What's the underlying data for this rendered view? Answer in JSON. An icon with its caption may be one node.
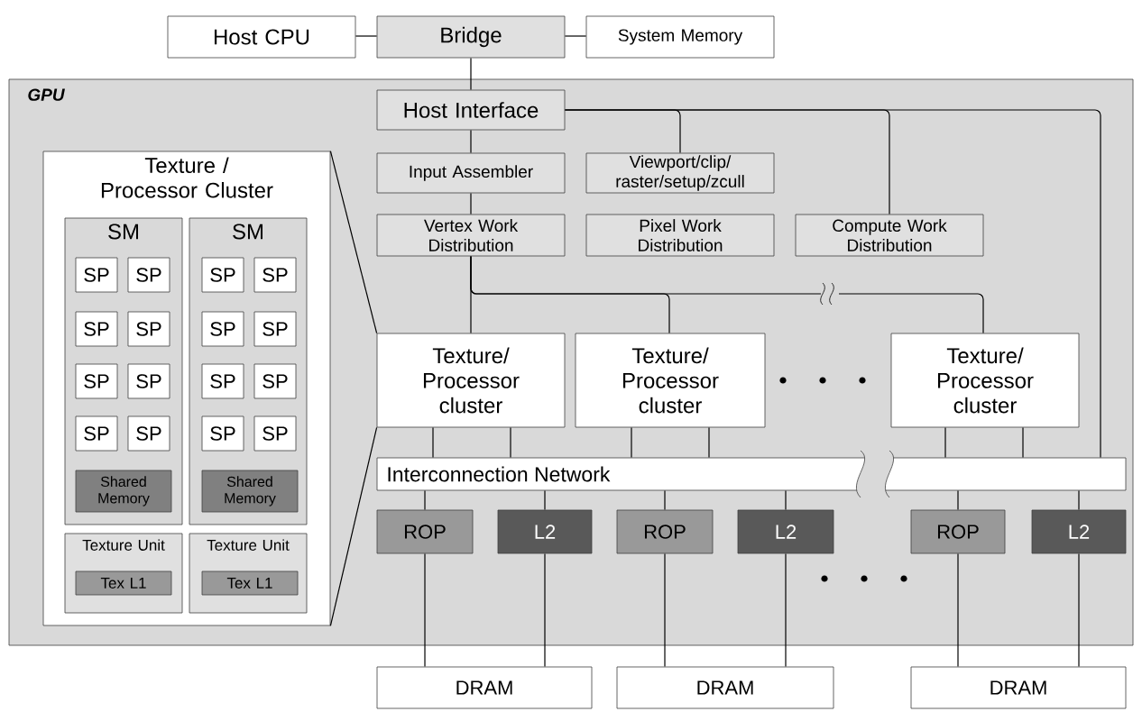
{
  "diagram": {
    "nodes": [
      {
        "text": [
          "Host CPU"
        ]
      },
      {
        "text": [
          "Bridge"
        ]
      },
      {
        "text": [
          "System Memory"
        ]
      },
      {
        "text": [
          "GPU"
        ]
      },
      {
        "text": [
          "Host Interface"
        ],
        "in": 3
      },
      {
        "text": [
          "Input Assembler"
        ],
        "in": 3
      },
      {
        "text": [
          "Viewport/clip/ raster/setup/zcull"
        ],
        "in": 3
      },
      {
        "text": [
          "Vertex Work Distribution"
        ],
        "in": 3
      },
      {
        "text": [
          "Pixel Work Distribution"
        ],
        "in": 3
      },
      {
        "text": [
          "Compute Work Distribution"
        ],
        "in": 3
      },
      {
        "text": [
          "Texture / Processor Cluster"
        ],
        "in": 3
      },
      {
        "text": [
          "SM"
        ],
        "in": 10
      },
      {
        "text": [
          "SP"
        ],
        "in": 11
      },
      {
        "text": [
          "SP"
        ],
        "in": 11
      },
      {
        "text": [
          "SP"
        ],
        "in": 11
      },
      {
        "text": [
          "SP"
        ],
        "in": 11
      },
      {
        "text": [
          "SP"
        ],
        "in": 11
      },
      {
        "text": [
          "SP"
        ],
        "in": 11
      },
      {
        "text": [
          "SP"
        ],
        "in": 11
      },
      {
        "text": [
          "SP"
        ],
        "in": 11
      },
      {
        "text": [
          "Shared Memory"
        ],
        "in": 11
      },
      {
        "text": [
          "SM"
        ],
        "in": 10
      },
      {
        "text": [
          "SP"
        ],
        "in": 21
      },
      {
        "text": [
          "SP"
        ],
        "in": 21
      },
      {
        "text": [
          "SP"
        ],
        "in": 21
      },
      {
        "text": [
          "SP"
        ],
        "in": 21
      },
      {
        "text": [
          "SP"
        ],
        "in": 21
      },
      {
        "text": [
          "SP"
        ],
        "in": 21
      },
      {
        "text": [
          "SP"
        ],
        "in": 21
      },
      {
        "text": [
          "SP"
        ],
        "in": 21
      },
      {
        "text": [
          "Shared Memory"
        ],
        "in": 21
      },
      {
        "text": [
          "Texture Unit"
        ],
        "in": 10
      },
      {
        "text": [
          "Tex L1"
        ],
        "in": 31
      },
      {
        "text": [
          "Texture Unit"
        ],
        "in": 10
      },
      {
        "text": [
          "Tex L1"
        ],
        "in": 33
      },
      {
        "text": [
          "Texture/ Processor cluster"
        ],
        "in": 3
      },
      {
        "text": [
          "Texture/ Processor cluster"
        ],
        "in": 3
      },
      {
        "text": [
          "Texture/ Processor cluster"
        ],
        "in": 3
      },
      {
        "text": [
          "Interconnection Network"
        ],
        "in": 3
      },
      {
        "text": [
          "ROP"
        ],
        "in": 3
      },
      {
        "text": [
          "L2"
        ],
        "in": 3
      },
      {
        "text": [
          "ROP"
        ],
        "in": 3
      },
      {
        "text": [
          "L2"
        ],
        "in": 3
      },
      {
        "text": [
          "ROP"
        ],
        "in": 3
      },
      {
        "text": [
          "L2"
        ],
        "in": 3
      },
      {
        "text": [
          "DRAM"
        ]
      },
      {
        "text": [
          "DRAM"
        ]
      },
      {
        "text": [
          "DRAM"
        ]
      }
    ],
    "edges": [
      {
        "from": 0,
        "to": 1,
        "arrow": "none"
      },
      {
        "from": 1,
        "to": 2,
        "arrow": "none"
      },
      {
        "from": 1,
        "to": 4,
        "arrow": "none"
      },
      {
        "from": 4,
        "to": 5,
        "arrow": "none"
      },
      {
        "from": 5,
        "to": 7,
        "arrow": "none"
      },
      {
        "from": 4,
        "to": 6,
        "arrow": "none"
      },
      {
        "from": 4,
        "to": 9,
        "arrow": "none"
      },
      {
        "from": 4,
        "to": 38,
        "arrow": "none"
      },
      {
        "from": 7,
        "to": 35,
        "arrow": "none"
      },
      {
        "from": 7,
        "to": 36,
        "arrow": "none"
      },
      {
        "from": 7,
        "to": 37,
        "arrow": "none"
      },
      {
        "from": 35,
        "to": 38,
        "arrow": "none"
      },
      {
        "from": 35,
        "to": 38,
        "arrow": "none"
      },
      {
        "from": 36,
        "to": 38,
        "arrow": "none"
      },
      {
        "from": 36,
        "to": 38,
        "arrow": "none"
      },
      {
        "from": 37,
        "to": 38,
        "arrow": "none"
      },
      {
        "from": 37,
        "to": 38,
        "arrow": "none"
      },
      {
        "from": 38,
        "to": 39,
        "arrow": "none"
      },
      {
        "from": 38,
        "to": 40,
        "arrow": "none"
      },
      {
        "from": 38,
        "to": 41,
        "arrow": "none"
      },
      {
        "from": 38,
        "to": 42,
        "arrow": "none"
      },
      {
        "from": 38,
        "to": 43,
        "arrow": "none"
      },
      {
        "from": 38,
        "to": 44,
        "arrow": "none"
      },
      {
        "from": 39,
        "to": 45,
        "arrow": "none"
      },
      {
        "from": 40,
        "to": 45,
        "arrow": "none"
      },
      {
        "from": 41,
        "to": 46,
        "arrow": "none"
      },
      {
        "from": 42,
        "to": 46,
        "arrow": "none"
      },
      {
        "from": 43,
        "to": 47,
        "arrow": "none"
      },
      {
        "from": 44,
        "to": 47,
        "arrow": "none"
      },
      {
        "from": 10,
        "to": 35,
        "arrow": "none"
      },
      {
        "from": 10,
        "to": 35,
        "arrow": "none"
      }
    ]
  }
}
